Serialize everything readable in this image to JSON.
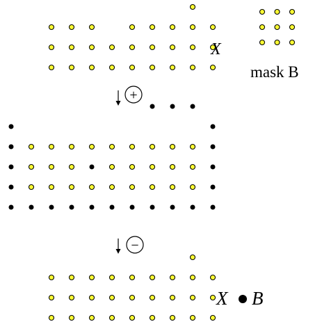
{
  "labels": {
    "x_label": "X",
    "mask_label": "mask B",
    "result_x": "X",
    "result_b": "B"
  },
  "operators": {
    "dilation": "+",
    "erosion": "−"
  },
  "colors": {
    "foreground_fill": "#ffff33",
    "foreground_stroke": "#000000",
    "added_fill": "#000000",
    "background": "#ffffff"
  },
  "grids": {
    "set_x": {
      "fg": [
        "0,1",
        "0,2",
        "0,3",
        "0,4",
        "0,5",
        "0,6",
        "0,7",
        "0,8",
        "0,9",
        "1,1",
        "1,2",
        "1,3",
        "1,4",
        "1,5",
        "1,6",
        "1,7",
        "1,8",
        "1,9",
        "2,1",
        "2,2",
        "2,3",
        "2,5",
        "2,6",
        "2,7",
        "2,8",
        "2,9",
        "3,8"
      ],
      "added": []
    },
    "mask_b": {
      "fg": [
        "0,0",
        "0,1",
        "0,2",
        "1,0",
        "1,1",
        "1,2",
        "2,0",
        "2,1",
        "2,2"
      ],
      "added": []
    },
    "dilated": {
      "fg": [
        "1,1",
        "1,2",
        "1,3",
        "1,4",
        "1,5",
        "1,6",
        "1,7",
        "1,8",
        "1,9",
        "2,1",
        "2,2",
        "2,3",
        "2,5",
        "2,6",
        "2,7",
        "2,8",
        "2,9",
        "3,1",
        "3,2",
        "3,3",
        "3,4",
        "3,5",
        "3,6",
        "3,7",
        "3,8",
        "3,9"
      ],
      "added": [
        "0,0",
        "0,1",
        "0,2",
        "0,3",
        "0,4",
        "0,5",
        "0,6",
        "0,7",
        "0,8",
        "0,9",
        "0,10",
        "1,0",
        "1,10",
        "2,0",
        "2,4",
        "2,10",
        "3,0",
        "3,10",
        "4,0",
        "4,10",
        "5,7",
        "5,8",
        "5,9"
      ]
    },
    "closed": {
      "fg": [
        "0,1",
        "0,2",
        "0,3",
        "0,4",
        "0,5",
        "0,6",
        "0,7",
        "0,8",
        "0,9",
        "1,1",
        "1,2",
        "1,3",
        "1,4",
        "1,5",
        "1,6",
        "1,7",
        "1,8",
        "1,9",
        "2,1",
        "2,2",
        "2,3",
        "2,4",
        "2,5",
        "2,6",
        "2,7",
        "2,8",
        "2,9",
        "3,8"
      ],
      "added": []
    }
  }
}
